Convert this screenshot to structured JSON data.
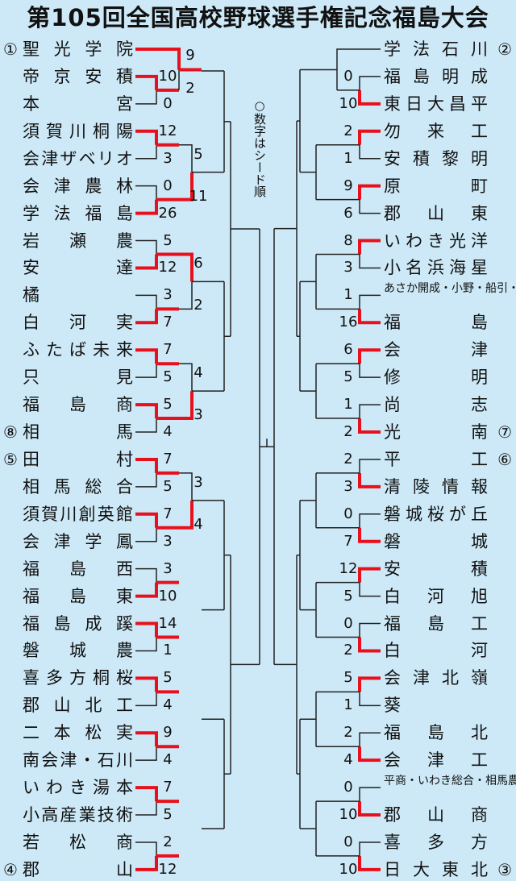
{
  "title": "第105回全国高校野球選手権記念福島大会",
  "note": "○数字はシード順",
  "left_teams": [
    {
      "seed": "①",
      "name": "聖光学院"
    },
    {
      "seed": "",
      "name": "帝京安積"
    },
    {
      "seed": "",
      "name": "本宮"
    },
    {
      "seed": "",
      "name": "須賀川桐陽"
    },
    {
      "seed": "",
      "name": "会津ザベリオ"
    },
    {
      "seed": "",
      "name": "会津農林"
    },
    {
      "seed": "",
      "name": "学法福島"
    },
    {
      "seed": "",
      "name": "岩瀬農"
    },
    {
      "seed": "",
      "name": "安達"
    },
    {
      "seed": "",
      "name": "橘"
    },
    {
      "seed": "",
      "name": "白河実"
    },
    {
      "seed": "",
      "name": "ふたば未来"
    },
    {
      "seed": "",
      "name": "只見"
    },
    {
      "seed": "",
      "name": "福島商"
    },
    {
      "seed": "⑧",
      "name": "相馬"
    },
    {
      "seed": "⑤",
      "name": "田村"
    },
    {
      "seed": "",
      "name": "相馬総合"
    },
    {
      "seed": "",
      "name": "須賀川創英館"
    },
    {
      "seed": "",
      "name": "会津学鳳"
    },
    {
      "seed": "",
      "name": "福島西"
    },
    {
      "seed": "",
      "name": "福島東"
    },
    {
      "seed": "",
      "name": "福島成蹊"
    },
    {
      "seed": "",
      "name": "磐城農"
    },
    {
      "seed": "",
      "name": "喜多方桐桜"
    },
    {
      "seed": "",
      "name": "郡山北工"
    },
    {
      "seed": "",
      "name": "二本松実"
    },
    {
      "seed": "",
      "name": "南会津・石川"
    },
    {
      "seed": "",
      "name": "いわき湯本"
    },
    {
      "seed": "",
      "name": "小高産業技術"
    },
    {
      "seed": "",
      "name": "若松商"
    },
    {
      "seed": "④",
      "name": "郡山"
    }
  ],
  "right_teams": [
    {
      "seed": "②",
      "name": "学法石川"
    },
    {
      "seed": "",
      "name": "福島明成"
    },
    {
      "seed": "",
      "name": "東日大昌平"
    },
    {
      "seed": "",
      "name": "勿来工"
    },
    {
      "seed": "",
      "name": "安積黎明"
    },
    {
      "seed": "",
      "name": "原町"
    },
    {
      "seed": "",
      "name": "郡山東"
    },
    {
      "seed": "",
      "name": "いわき光洋"
    },
    {
      "seed": "",
      "name": "小名浜海星"
    },
    {
      "seed": "",
      "name": "あさか開成・小野・船引・伊達"
    },
    {
      "seed": "",
      "name": "福島"
    },
    {
      "seed": "",
      "name": "会津"
    },
    {
      "seed": "",
      "name": "修明"
    },
    {
      "seed": "",
      "name": "尚志"
    },
    {
      "seed": "⑦",
      "name": "光南"
    },
    {
      "seed": "⑥",
      "name": "平工"
    },
    {
      "seed": "",
      "name": "清陵情報"
    },
    {
      "seed": "",
      "name": "磐城桜が丘"
    },
    {
      "seed": "",
      "name": "磐城"
    },
    {
      "seed": "",
      "name": "安積"
    },
    {
      "seed": "",
      "name": "白河旭"
    },
    {
      "seed": "",
      "name": "福島工"
    },
    {
      "seed": "",
      "name": "白河"
    },
    {
      "seed": "",
      "name": "会津北嶺"
    },
    {
      "seed": "",
      "name": "葵"
    },
    {
      "seed": "",
      "name": "福島北"
    },
    {
      "seed": "",
      "name": "会津工"
    },
    {
      "seed": "",
      "name": "平商・いわき総合・相馬農"
    },
    {
      "seed": "",
      "name": "郡山商"
    },
    {
      "seed": "",
      "name": "喜多方"
    },
    {
      "seed": "③",
      "name": "日大東北"
    }
  ],
  "scores": {
    "left_r1": [
      [
        "10",
        "0"
      ],
      [
        "12",
        "3"
      ],
      [
        "0",
        "26"
      ],
      [
        "5",
        "12"
      ],
      [
        "3",
        "7"
      ],
      [
        "7",
        "5"
      ],
      [
        "5",
        "4"
      ],
      [
        "7",
        "5"
      ],
      [
        "7",
        "3"
      ],
      [
        "3",
        "10"
      ],
      [
        "14",
        "1"
      ],
      [
        "5",
        "4"
      ],
      [
        "9",
        "4"
      ],
      [
        "7",
        "5"
      ],
      [
        "2",
        "12"
      ]
    ],
    "left_r2": [
      [
        "9",
        "2"
      ],
      [
        "5",
        "11"
      ],
      [
        "6",
        "2"
      ],
      [
        "4",
        "3"
      ],
      [
        "3",
        "4"
      ]
    ],
    "right_r1": [
      [
        "0",
        "10"
      ],
      [
        "2",
        "1"
      ],
      [
        "9",
        "6"
      ],
      [
        "8",
        "3"
      ],
      [
        "1",
        "16"
      ],
      [
        "6",
        "5"
      ],
      [
        "1",
        "2"
      ],
      [
        "2",
        "3"
      ],
      [
        "0",
        "7"
      ],
      [
        "12",
        "5"
      ],
      [
        "0",
        "2"
      ],
      [
        "5",
        "1"
      ],
      [
        "2",
        "4"
      ],
      [
        "0",
        "10"
      ],
      [
        "0",
        "10"
      ]
    ]
  },
  "colors": {
    "win": "#e8101c",
    "line": "#222222",
    "background": "#cde9f7"
  }
}
